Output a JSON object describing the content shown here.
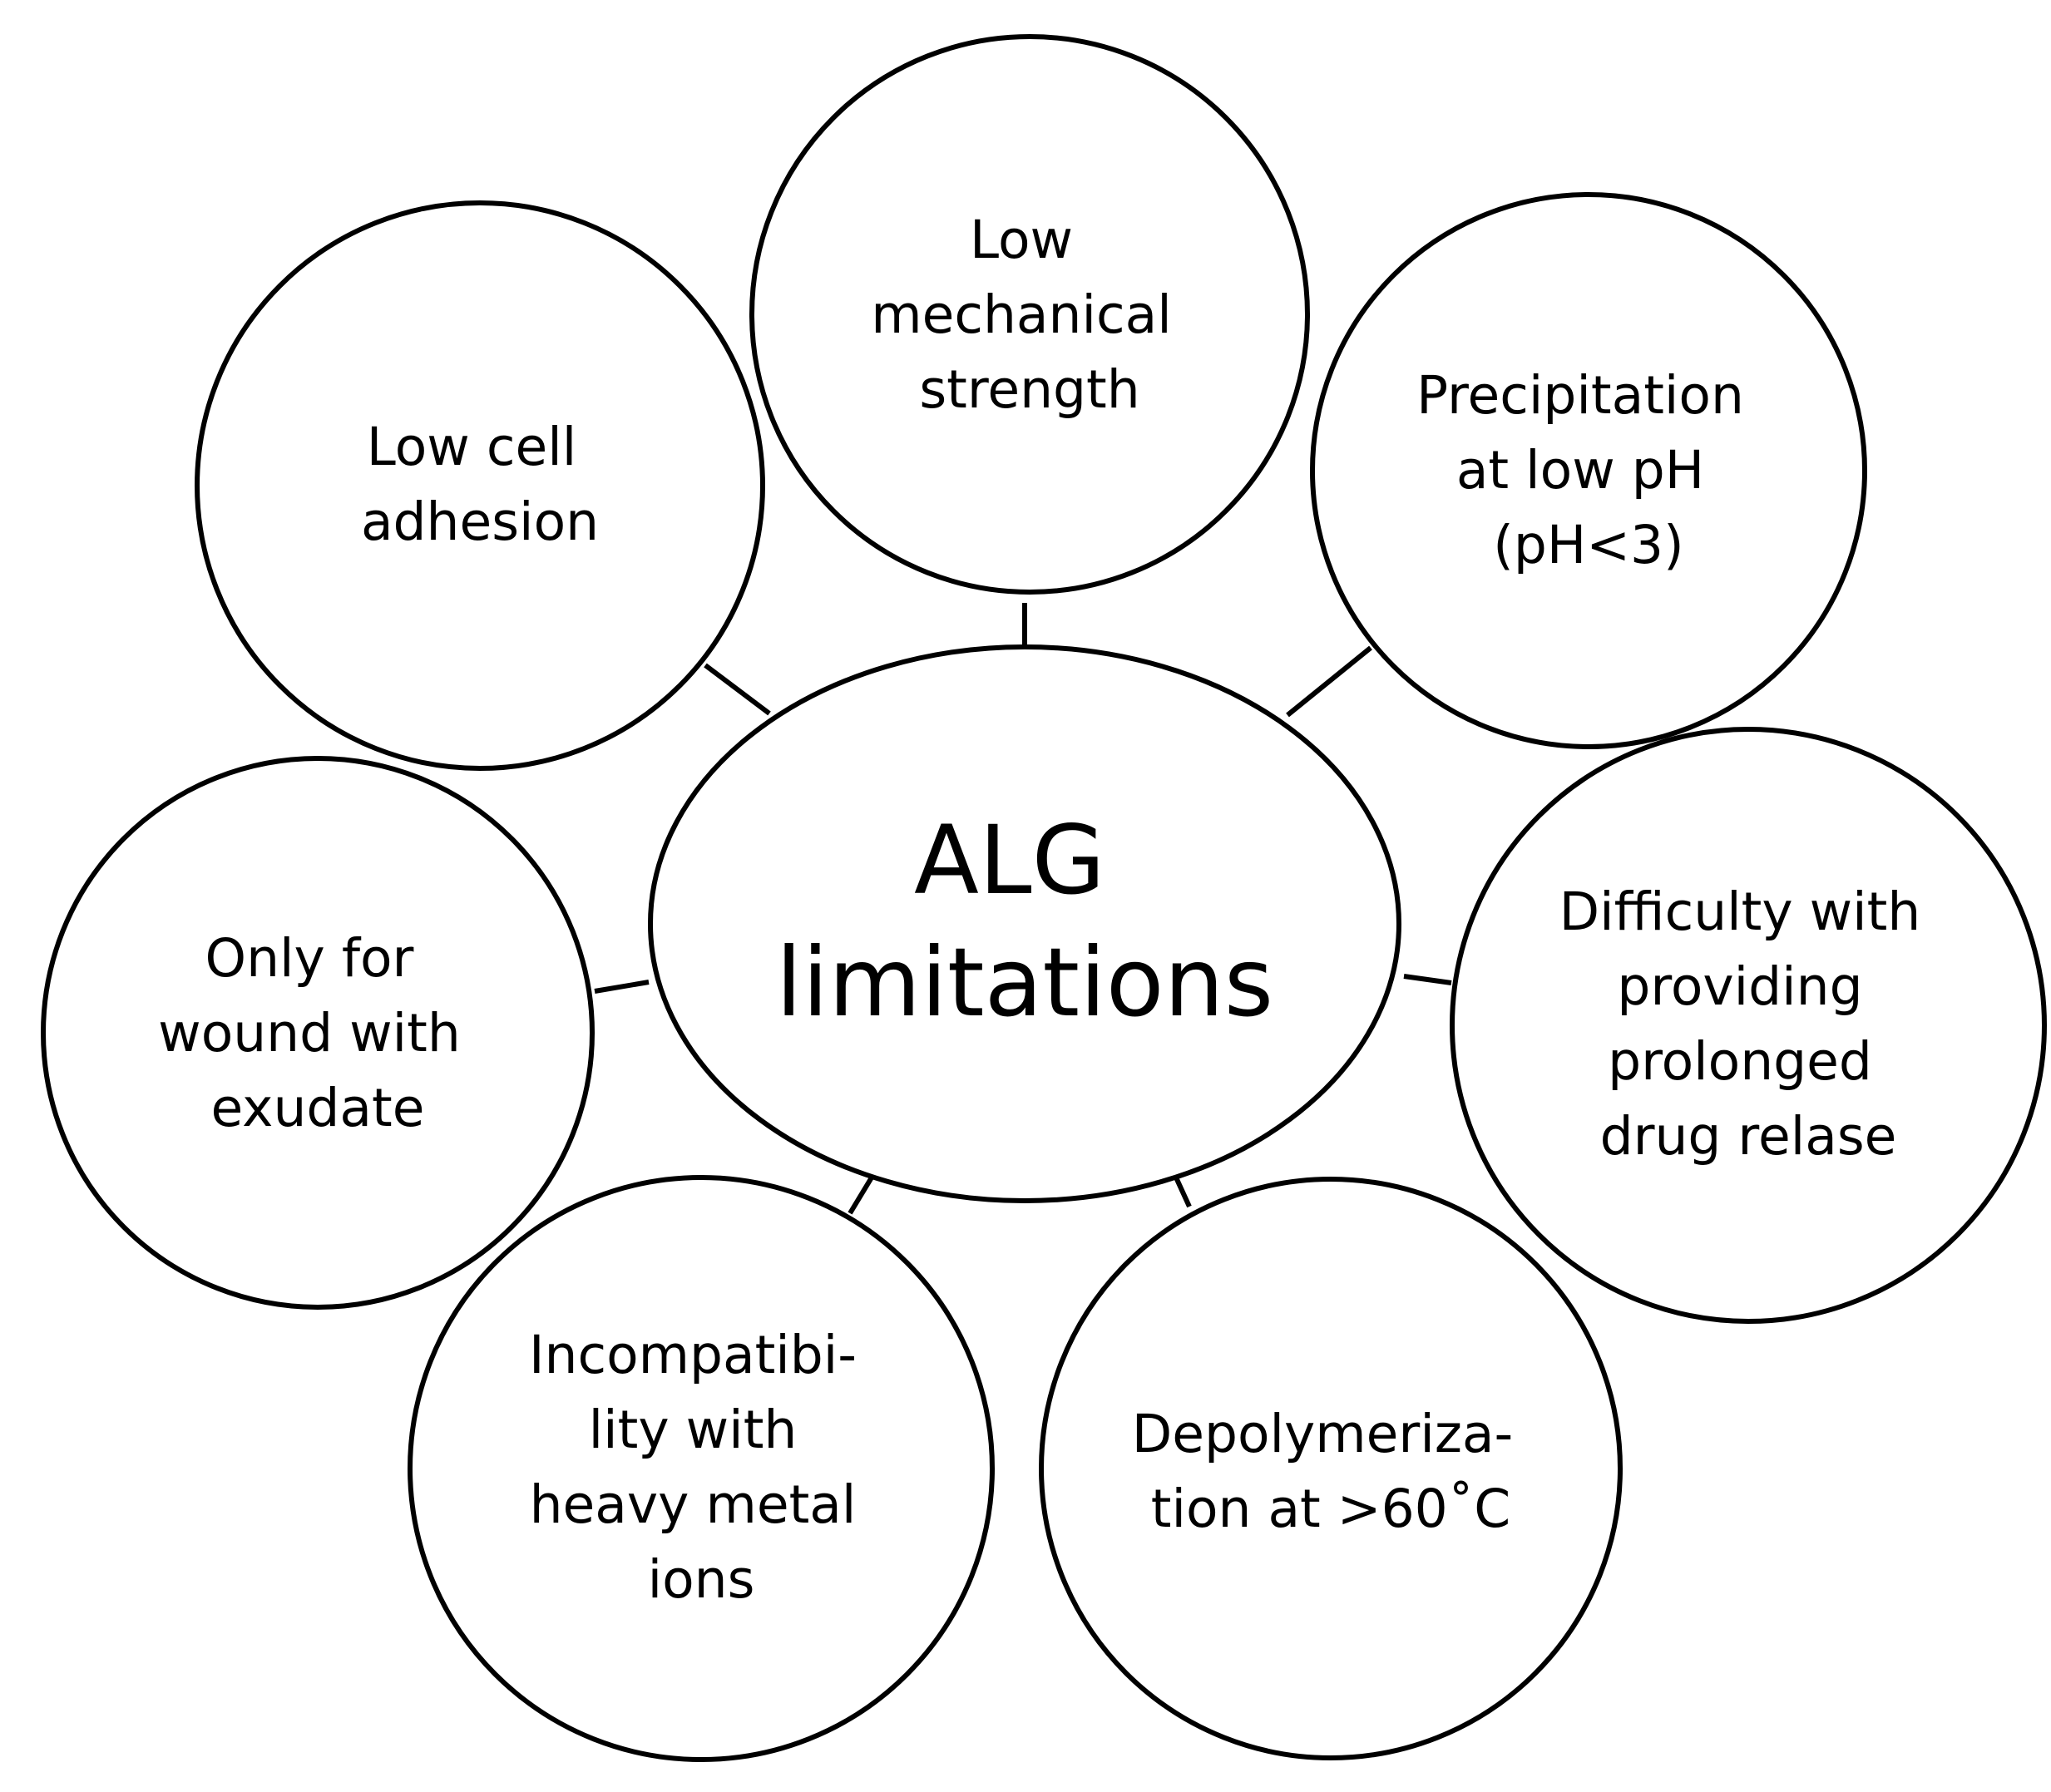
{
  "diagram": {
    "center": {
      "lines": [
        "ALG",
        "limitations"
      ]
    },
    "limitations": [
      {
        "id": "low-mechanical-strength",
        "lines": [
          "Low",
          "mechanical",
          "strength"
        ]
      },
      {
        "id": "precipitation-low-ph",
        "lines": [
          "Precipitation",
          "at low pH",
          "(pH<3)"
        ]
      },
      {
        "id": "difficulty-drug-release",
        "lines": [
          "Difficulty with",
          "providing",
          "prolonged",
          "drug relase"
        ]
      },
      {
        "id": "depolymerization",
        "lines": [
          "Depolymeriza-",
          "tion at >60˚C"
        ]
      },
      {
        "id": "incompatibility-heavy-metal",
        "lines": [
          "Incompatibi-",
          "lity with",
          "heavy metal",
          "ions"
        ]
      },
      {
        "id": "only-for-wound-exudate",
        "lines": [
          "Only for",
          "wound with",
          "exudate"
        ]
      },
      {
        "id": "low-cell-adhesion",
        "lines": [
          "Low cell",
          "adhesion"
        ]
      }
    ]
  }
}
